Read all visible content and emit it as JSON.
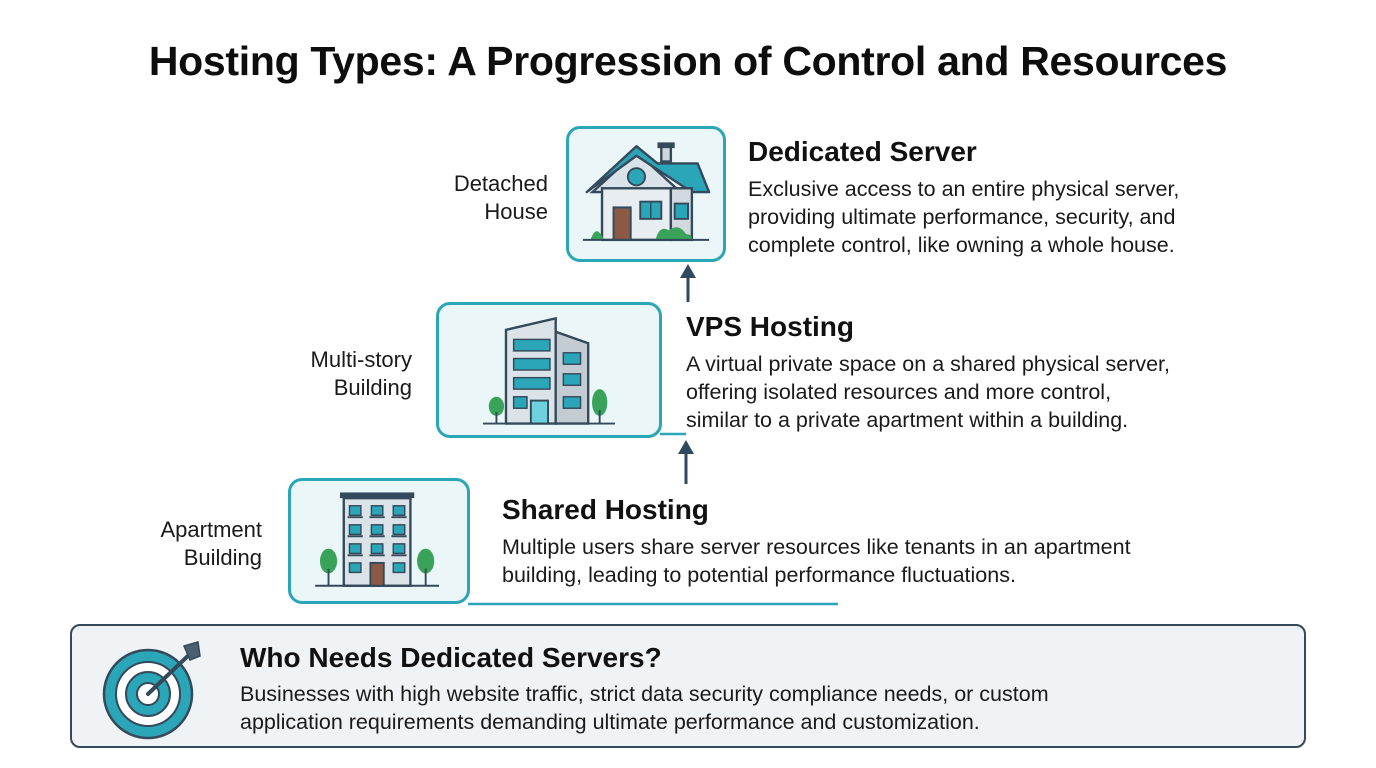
{
  "title": "Hosting Types: A Progression of Control and Resources",
  "tiers": [
    {
      "label_lines": [
        "Detached",
        "House"
      ],
      "heading": "Dedicated Server",
      "desc_lines": [
        "Exclusive access to an entire physical server,",
        "providing ultimate performance, security, and",
        "complete control, like owning a whole house."
      ],
      "icon": "house-icon"
    },
    {
      "label_lines": [
        "Multi-story",
        "Building"
      ],
      "heading": "VPS Hosting",
      "desc_lines": [
        "A virtual private space on a shared physical server,",
        "offering isolated resources and more control,",
        "similar to a private apartment within a building."
      ],
      "icon": "office-building-icon"
    },
    {
      "label_lines": [
        "Apartment",
        "Building"
      ],
      "heading": "Shared Hosting",
      "desc_lines": [
        "Multiple users share server resources like tenants in an apartment",
        "building, leading to potential performance fluctuations."
      ],
      "icon": "apartment-building-icon"
    }
  ],
  "who": {
    "heading": "Who Needs Dedicated Servers?",
    "desc_lines": [
      "Businesses with high website traffic, strict data security compliance needs, or custom",
      "application requirements demanding ultimate performance and customization."
    ],
    "icon": "target-icon"
  },
  "colors": {
    "accent": "#2aa6b8",
    "card_fill": "#eaf6f8",
    "arrow": "#2f4a5e",
    "box_border": "#34495a"
  }
}
